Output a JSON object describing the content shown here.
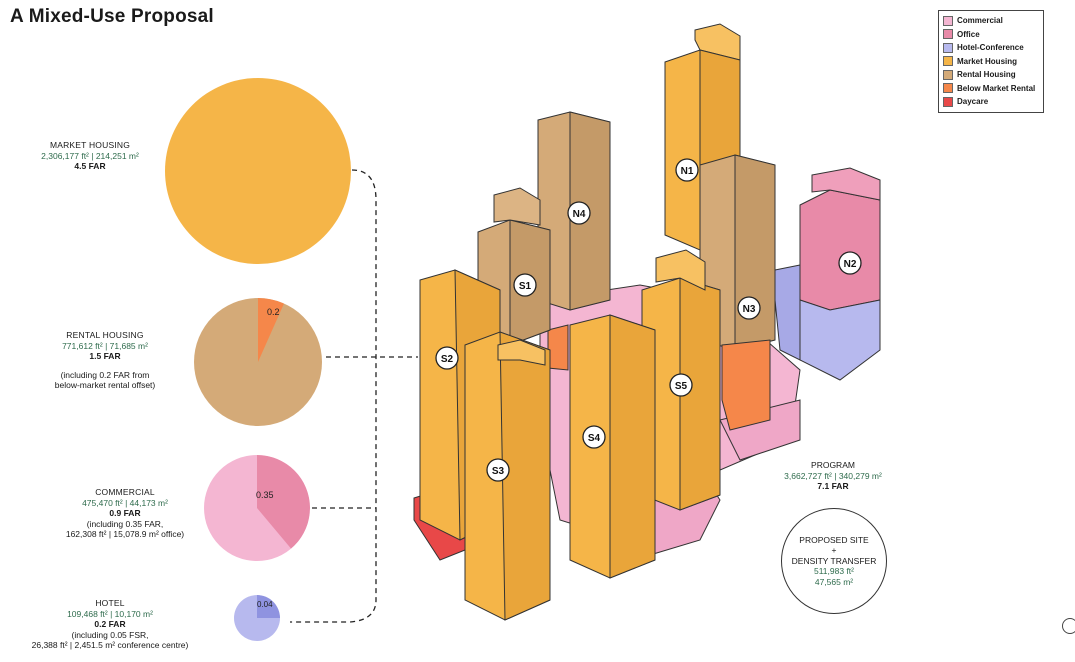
{
  "title": "A Mixed-Use Proposal",
  "colors": {
    "commercial": "#f4b6d2",
    "office": "#e88aa8",
    "hotel_conference": "#b7b9ee",
    "market_housing": "#f5b548",
    "rental_housing": "#d4aa78",
    "below_market_rental": "#f5874a",
    "daycare": "#e84848",
    "value_text": "#2e6b4c"
  },
  "legend": [
    {
      "label": "Commercial",
      "color": "#f4b6d2"
    },
    {
      "label": "Office",
      "color": "#e88aa8"
    },
    {
      "label": "Hotel-Conference",
      "color": "#b7b9ee"
    },
    {
      "label": "Market Housing",
      "color": "#f5b548"
    },
    {
      "label": "Rental Housing",
      "color": "#d4aa78"
    },
    {
      "label": "Below Market Rental",
      "color": "#f5874a"
    },
    {
      "label": "Daycare",
      "color": "#e84848"
    }
  ],
  "metrics": {
    "market_housing": {
      "name": "MARKET HOUSING",
      "area": "2,306,177 ft² | 214,251 m²",
      "far": "4.5 FAR"
    },
    "rental_housing": {
      "name": "RENTAL HOUSING",
      "area": "771,612 ft² | 71,685 m²",
      "far": "1.5 FAR",
      "note_1": "(including 0.2 FAR from",
      "note_2": "below-market rental offset)",
      "slice_label": "0.2",
      "slice_value": 0.2,
      "total_value": 1.5
    },
    "commercial": {
      "name": "COMMERCIAL",
      "area": "475,470 ft² | 44,173 m²",
      "far": "0.9 FAR",
      "note_1": "(including 0.35 FAR,",
      "note_2": "162,308 ft² | 15,078.9 m² office)",
      "slice_label": "0.35",
      "slice_value": 0.35,
      "total_value": 0.9
    },
    "hotel": {
      "name": "HOTEL",
      "area": "109,468 ft² | 10,170 m²",
      "far": "0.2 FAR",
      "note_1": "(including 0.05 FSR,",
      "note_2": "26,388 ft² | 2,451.5 m² conference centre)",
      "slice_label": "0.04",
      "slice_value": 0.05,
      "total_value": 0.2
    }
  },
  "program": {
    "heading": "PROGRAM",
    "area": "3,662,727 ft² | 340,279 m²",
    "far": "7.1 FAR"
  },
  "site": {
    "line_1": "PROPOSED SITE",
    "line_2": "+",
    "line_3": "DENSITY TRANSFER",
    "area_ft": "511,983 ft²",
    "area_m": "47,565 m²"
  },
  "tower_labels": [
    "N1",
    "N2",
    "N3",
    "N4",
    "S1",
    "S2",
    "S3",
    "S4",
    "S5"
  ]
}
